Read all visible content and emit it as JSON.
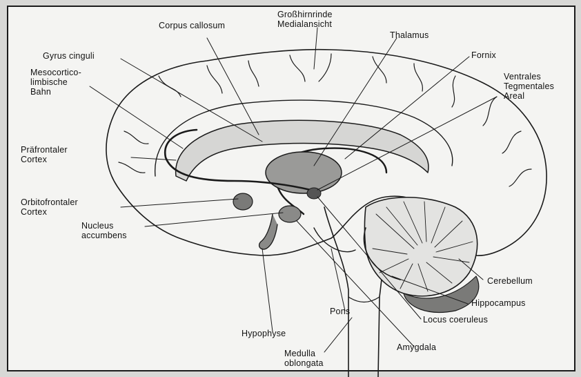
{
  "labels": {
    "grosshirnrinde": "Großhirnrinde\nMedialansicht",
    "corpus_callosum": "Corpus callosum",
    "thalamus": "Thalamus",
    "gyrus_cinguli": "Gyrus cinguli",
    "fornix": "Fornix",
    "mesocorticolimbische_bahn": "Mesocortico-\nlimbische\nBahn",
    "ventrales_tegmentales_areal": "Ventrales\nTegmentales\nAreal",
    "praefrontaler_cortex": "Präfrontaler\nCortex",
    "orbitofrontaler_cortex": "Orbitofrontaler\nCortex",
    "nucleus_accumbens": "Nucleus\naccumbens",
    "cerebellum": "Cerebellum",
    "hippocampus": "Hippocampus",
    "locus_coeruleus": "Locus coeruleus",
    "pons": "Pons",
    "hypophyse": "Hypophyse",
    "amygdala": "Amygdala",
    "medulla_oblongata": "Medulla\noblongata"
  },
  "colors": {
    "ink": "#111111",
    "paper": "#f4f4f2",
    "shade": "#6a6a6a"
  }
}
